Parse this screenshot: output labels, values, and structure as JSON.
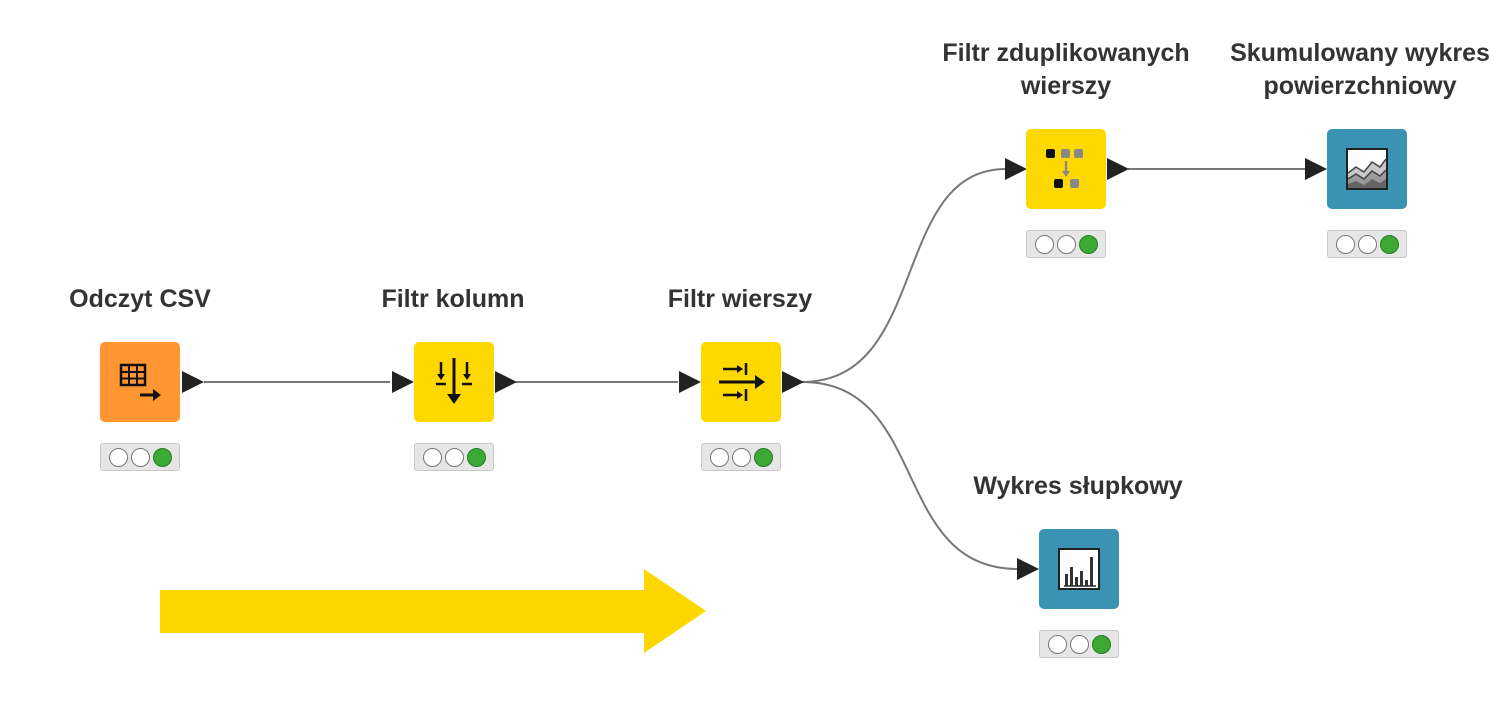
{
  "colors": {
    "io": "#ff9632",
    "manipulator": "#ffd800",
    "visualizer": "#3b93b3",
    "wire": "#777777",
    "port": "#222222",
    "flow_arrow": "#ffd700",
    "status_green": "#3aaa35"
  },
  "nodes": [
    {
      "id": "csv-reader",
      "lines": [
        "Odczyt CSV"
      ],
      "kind": "io",
      "icon": "table-export-icon",
      "status": [
        "idle",
        "idle",
        "executed"
      ]
    },
    {
      "id": "column-filter",
      "lines": [
        "Filtr kolumn"
      ],
      "kind": "manipulator",
      "icon": "column-filter-icon",
      "status": [
        "idle",
        "idle",
        "executed"
      ]
    },
    {
      "id": "row-filter",
      "lines": [
        "Filtr wierszy"
      ],
      "kind": "manipulator",
      "icon": "row-filter-icon",
      "status": [
        "idle",
        "idle",
        "executed"
      ]
    },
    {
      "id": "duplicate-row-filter",
      "lines": [
        "Filtr zduplikowanych",
        "wierszy"
      ],
      "kind": "manipulator",
      "icon": "duplicate-filter-icon",
      "status": [
        "idle",
        "idle",
        "executed"
      ]
    },
    {
      "id": "stacked-area-chart",
      "lines": [
        "Skumulowany wykres",
        "powierzchniowy"
      ],
      "kind": "visualizer",
      "icon": "area-chart-icon",
      "status": [
        "idle",
        "idle",
        "executed"
      ]
    },
    {
      "id": "bar-chart",
      "lines": [
        "Wykres słupkowy"
      ],
      "kind": "visualizer",
      "icon": "bar-chart-icon",
      "status": [
        "idle",
        "idle",
        "executed"
      ]
    }
  ],
  "connections": [
    {
      "from": "csv-reader",
      "to": "column-filter"
    },
    {
      "from": "column-filter",
      "to": "row-filter"
    },
    {
      "from": "row-filter",
      "to": "duplicate-row-filter"
    },
    {
      "from": "row-filter",
      "to": "bar-chart"
    },
    {
      "from": "duplicate-row-filter",
      "to": "stacked-area-chart"
    }
  ],
  "flow_direction": "left-to-right"
}
